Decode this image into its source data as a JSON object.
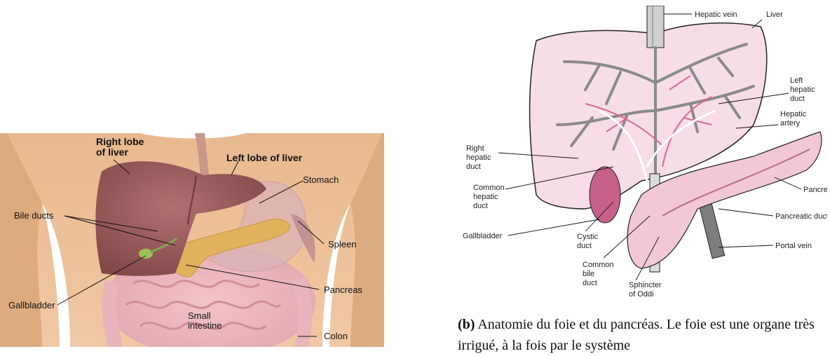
{
  "panel_a": {
    "labels": {
      "right_lobe_1": "Right lobe",
      "right_lobe_2": "of liver",
      "left_lobe": "Left lobe of liver",
      "stomach": "Stomach",
      "bile_ducts": "Bile ducts",
      "spleen": "Spleen",
      "pancreas": "Pancreas",
      "gallbladder": "Gallbladder",
      "small_intestine_1": "Small",
      "small_intestine_2": "intestine",
      "colon": "Colon"
    }
  },
  "panel_b": {
    "labels": {
      "hepatic_vein": "Hepatic vein",
      "liver": "Liver",
      "left_hepatic_duct_1": "Left",
      "left_hepatic_duct_2": "hepatic",
      "left_hepatic_duct_3": "duct",
      "hepatic_artery_1": "Hepatic",
      "hepatic_artery_2": "artery",
      "right_hepatic_duct_1": "Right",
      "right_hepatic_duct_2": "hepatic",
      "right_hepatic_duct_3": "duct",
      "common_hepatic_duct_1": "Common",
      "common_hepatic_duct_2": "hepatic",
      "common_hepatic_duct_3": "duct",
      "pancreas": "Pancreas",
      "pancreatic_duct": "Pancreatic duct",
      "gallbladder": "Gallbladder",
      "cystic_duct_1": "Cystic",
      "cystic_duct_2": "duct",
      "portal_vein": "Portal vein",
      "common_bile_duct_1": "Common",
      "common_bile_duct_2": "bile",
      "common_bile_duct_3": "duct",
      "sphincter_1": "Sphincter",
      "sphincter_2": "of Oddi"
    }
  },
  "caption": {
    "label": "(b)",
    "text": " Anatomie du foie et du pancréas. Le foie est une organe très irrigué, à la fois par le système"
  }
}
